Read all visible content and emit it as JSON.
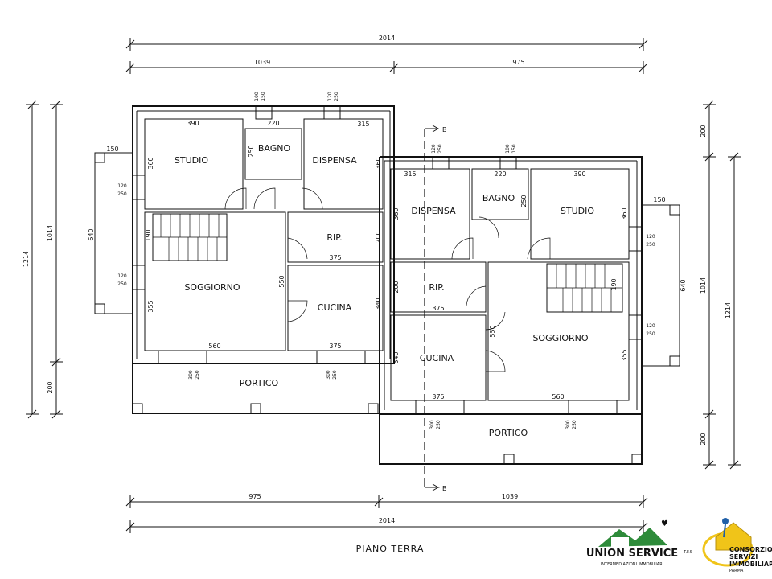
{
  "plan": {
    "title": "PIANO TERRA",
    "section_marker": "B",
    "dims": {
      "top_total": "2014",
      "top_left": "1039",
      "top_right": "975",
      "bottom_left": "975",
      "bottom_right": "1039",
      "bottom_total": "2014",
      "left_outer": "1214",
      "left_inner": "1014",
      "left_lower": "200",
      "left_porch": "640",
      "right_top": "200",
      "right_inner": "1014",
      "right_outer": "1214",
      "right_lower": "200",
      "right_porch": "640",
      "porch_step_150": "150"
    },
    "left_unit": {
      "rooms": {
        "studio": "STUDIO",
        "bagno": "BAGNO",
        "dispensa": "DISPENSA",
        "rip": "RIP.",
        "soggiorno": "SOGGIORNO",
        "cucina": "CUCINA",
        "portico": "PORTICO"
      },
      "dims": {
        "studio_w": "390",
        "studio_h": "360",
        "bagno_w": "220",
        "bagno_h": "250",
        "dispensa_w": "315",
        "dispensa_h": "360",
        "rip_h": "200",
        "rip_w": "375",
        "stair": "190",
        "soggiorno_h": "355",
        "soggiorno_w": "560",
        "cucina_h": "340",
        "cucina_w": "375",
        "wall_550": "550",
        "win_100": "100",
        "win_150": "150",
        "win_120a": "120",
        "win_250a": "250",
        "win_120b": "120",
        "win_250b": "250",
        "win_120c": "120",
        "win_250c": "250",
        "win_300a": "300",
        "win_250d": "250",
        "win_300b": "300",
        "win_250e": "250"
      }
    },
    "right_unit": {
      "rooms": {
        "dispensa": "DISPENSA",
        "bagno": "BAGNO",
        "studio": "STUDIO",
        "rip": "RIP.",
        "cucina": "CUCINA",
        "soggiorno": "SOGGIORNO",
        "portico": "PORTICO"
      },
      "dims": {
        "dispensa_w": "315",
        "dispensa_h": "360",
        "bagno_w": "220",
        "bagno_h": "250",
        "studio_w": "390",
        "studio_h": "360",
        "rip_h": "200",
        "rip_w": "375",
        "cucina_h": "340",
        "cucina_w": "375",
        "wall_550": "550",
        "soggiorno_h": "355",
        "soggiorno_w": "560",
        "stair": "190",
        "win_120a": "120",
        "win_250a": "250",
        "win_100": "100",
        "win_150": "150",
        "win_120b": "120",
        "win_250b": "250",
        "win_120c": "120",
        "win_250c": "250",
        "win_300a": "300",
        "win_250d": "250",
        "win_300b": "300",
        "win_250e": "250"
      }
    }
  },
  "logos": {
    "union_service": "UNION SERVICE",
    "union_sub": "INTERMEDIAZIONI IMMOBILIARI",
    "union_badge": "T.F.S",
    "consorzio_l1": "CONSORZIO",
    "consorzio_l2": "SERVIZI",
    "consorzio_l3": "IMMOBILIARI",
    "consorzio_l4": "PARMA"
  },
  "colors": {
    "ink": "#111111",
    "union_green": "#2e8b3a",
    "union_dark": "#1f5f28",
    "consorzio_yellow": "#f0c419",
    "consorzio_blue": "#1f5fa8"
  }
}
